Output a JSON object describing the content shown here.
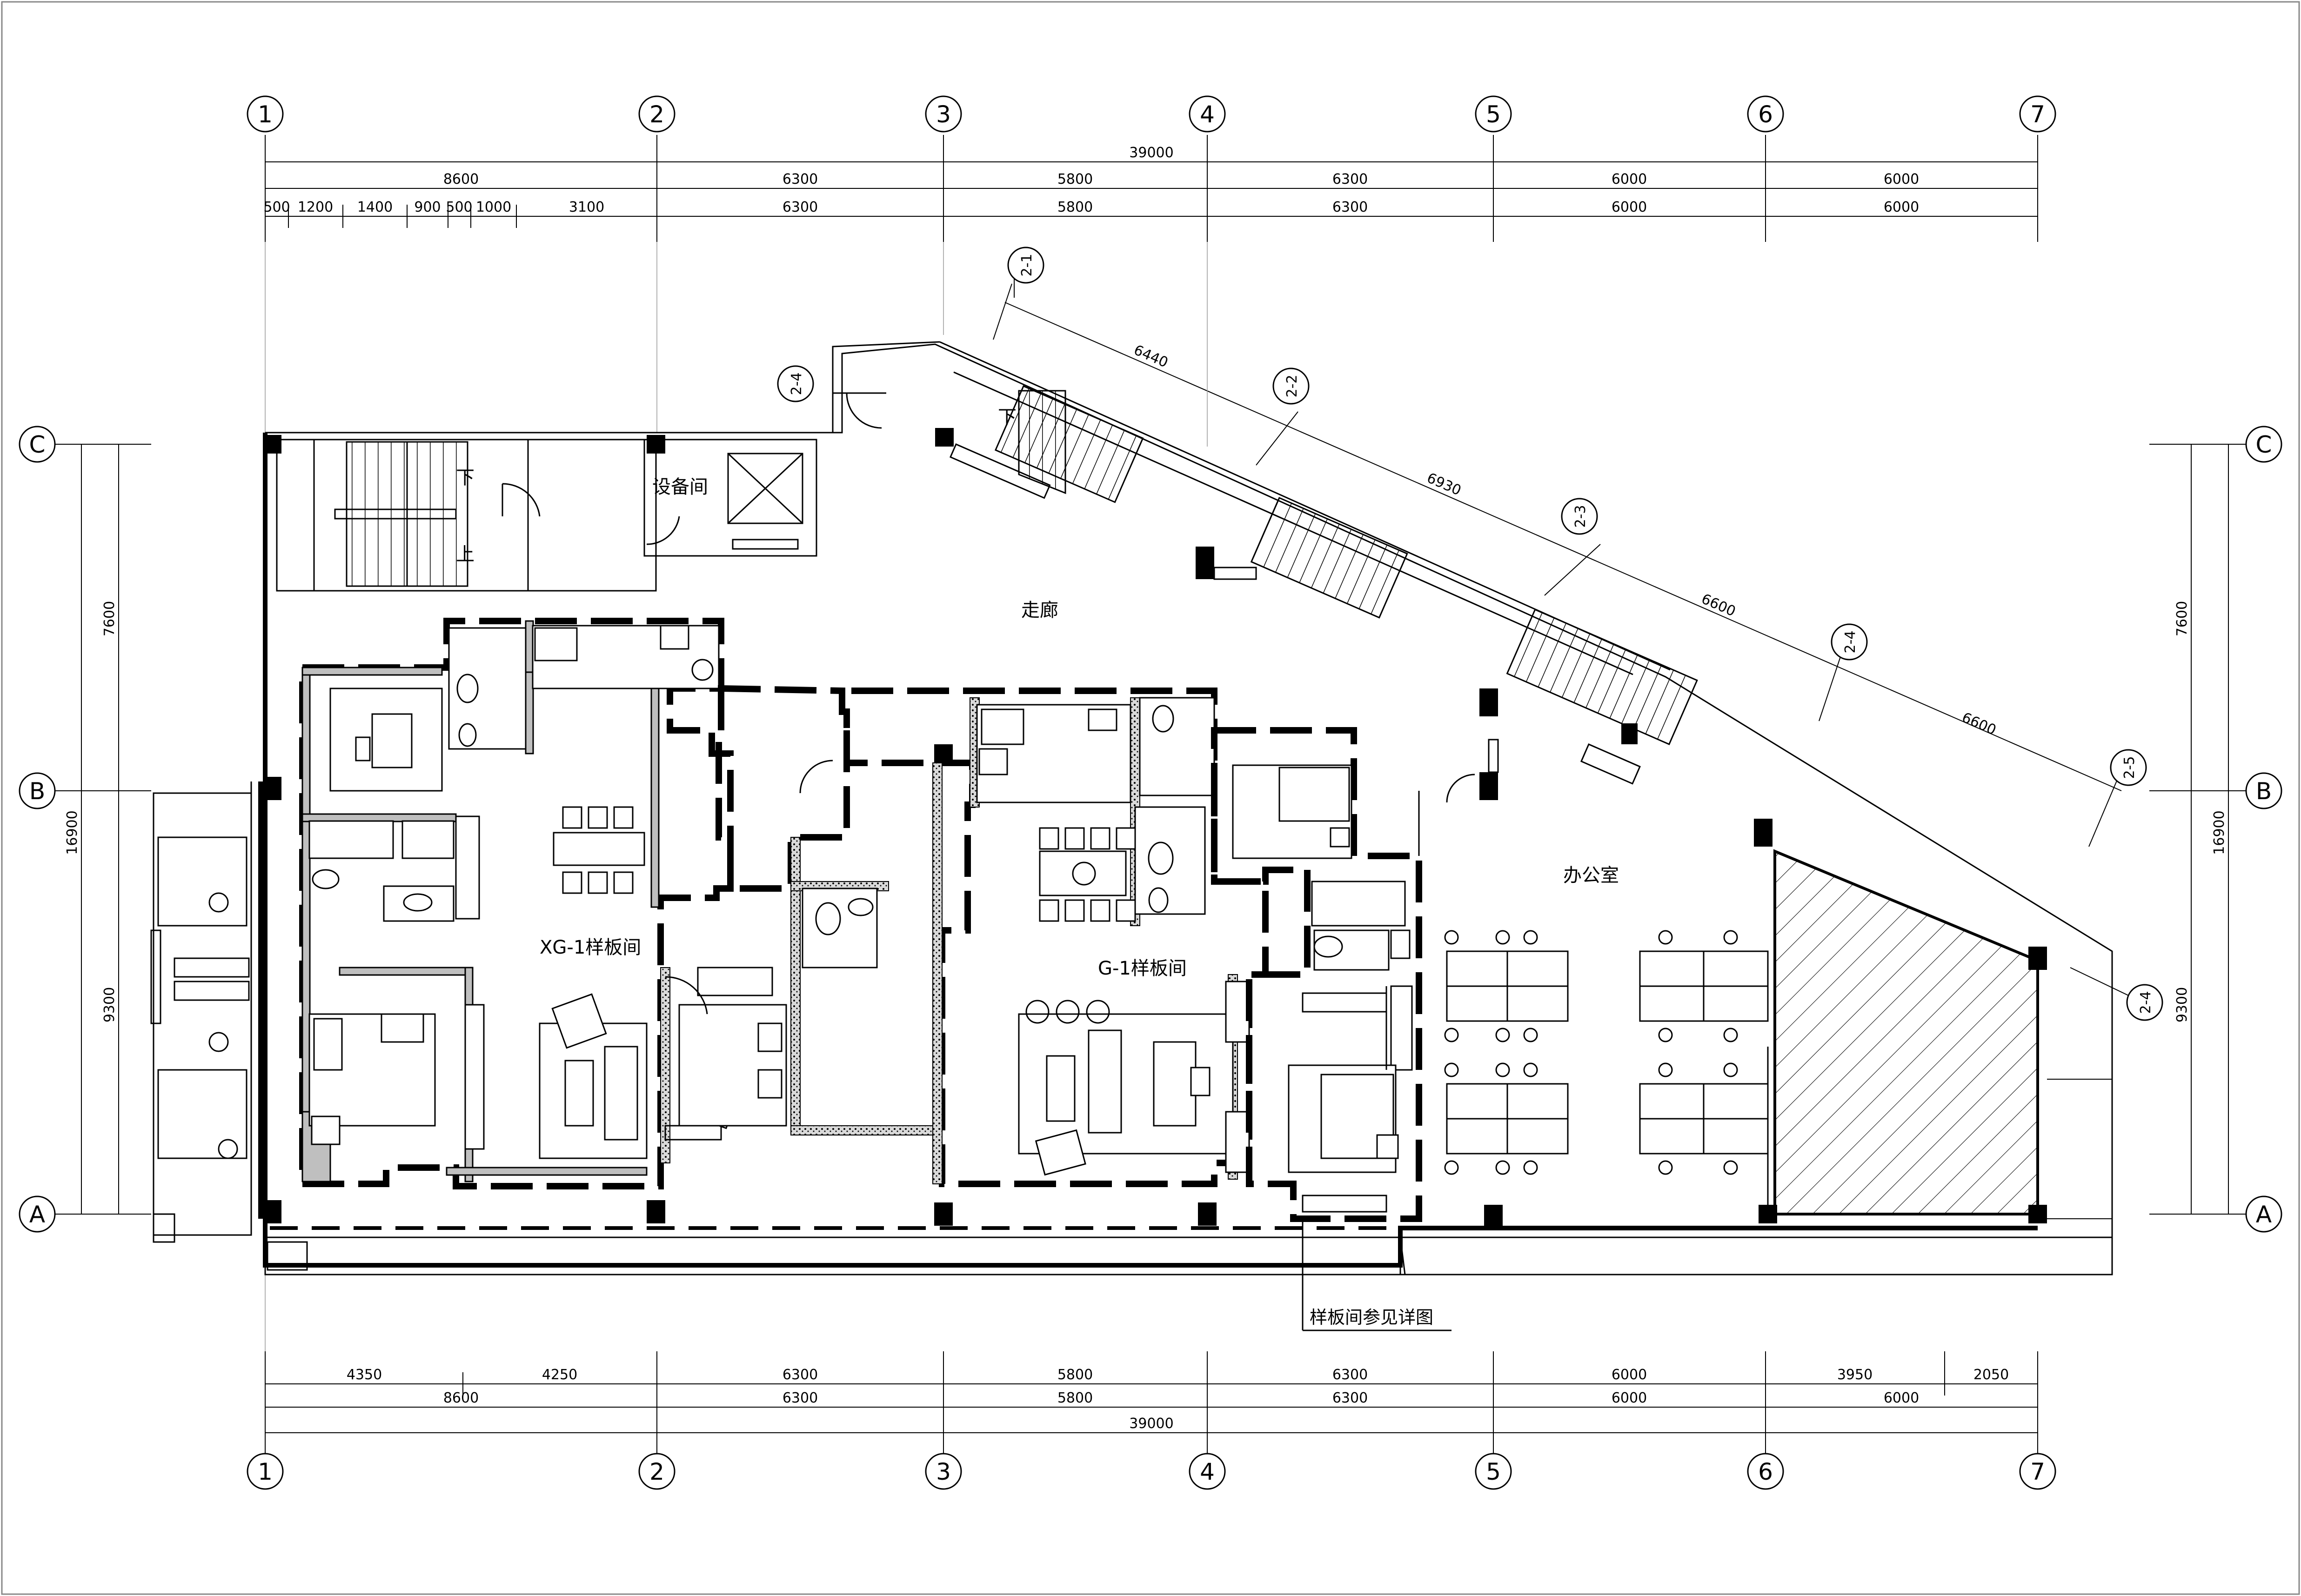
{
  "axes": {
    "top_bottom": [
      "1",
      "2",
      "3",
      "4",
      "5",
      "6",
      "7"
    ],
    "left_right": [
      "A",
      "B",
      "C"
    ],
    "slanted": [
      "2-1",
      "2-2",
      "2-3",
      "2-4",
      "2-5"
    ]
  },
  "dimensions": {
    "top_total": "39000",
    "top_row1": [
      "8600",
      "6300",
      "5800",
      "6300",
      "6000",
      "6000"
    ],
    "top_row2": [
      "500",
      "1200",
      "1400",
      "900",
      "500",
      "1000",
      "3100",
      "6300",
      "5800",
      "6300",
      "6000",
      "6000"
    ],
    "bottom_row1": [
      "4350",
      "4250",
      "6300",
      "5800",
      "6300",
      "6000",
      "3950",
      "2050"
    ],
    "bottom_row2": [
      "8600",
      "6300",
      "5800",
      "6300",
      "6000",
      "6000"
    ],
    "bottom_total": "39000",
    "left_total": "16900",
    "left_parts": [
      "7600",
      "9300"
    ],
    "right_total": "16900",
    "right_parts": [
      "7600",
      "9300"
    ],
    "slanted": [
      "6440",
      "6930",
      "6600",
      "6600"
    ]
  },
  "rooms": {
    "equipment": "设备间",
    "corridor": "走廊",
    "office": "办公室",
    "sample_xg": "XG-1样板间",
    "sample_g": "G-1样板间"
  },
  "stairs": {
    "down": "下",
    "up": "上"
  },
  "note": "样板间参见详图"
}
